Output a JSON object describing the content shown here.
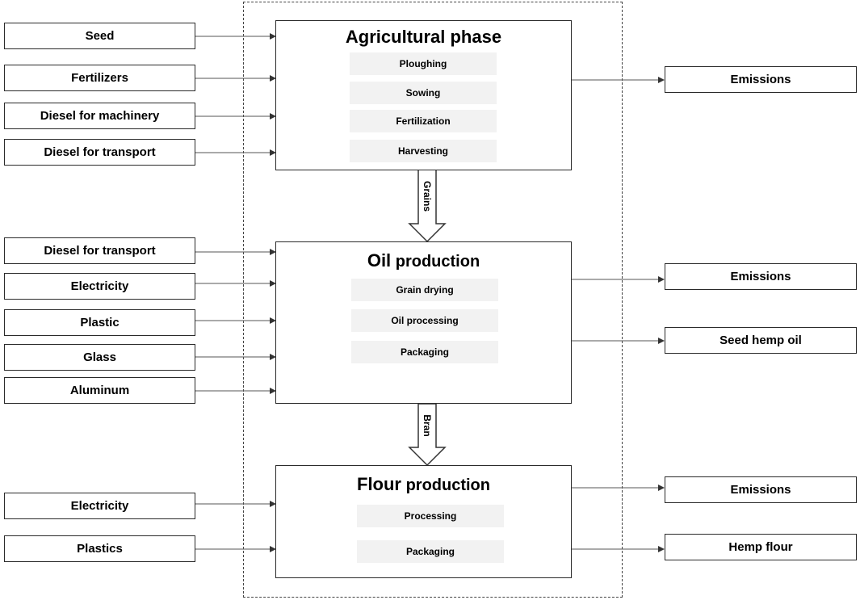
{
  "inputs": {
    "agri": [
      "Seed",
      "Fertilizers",
      "Diesel for machinery",
      "Diesel for transport"
    ],
    "oil": [
      "Diesel for transport",
      "Electricity",
      "Plastic",
      "Glass",
      "Aluminum"
    ],
    "flour": [
      "Electricity",
      "Plastics"
    ]
  },
  "stages": {
    "agri": {
      "title_bold": "Agricultural phase",
      "title_rest": "",
      "steps": [
        "Ploughing",
        "Sowing",
        "Fertilization",
        "Harvesting"
      ]
    },
    "oil": {
      "title_bold": "Oil",
      "title_rest": "production",
      "steps": [
        "Grain drying",
        "Oil processing",
        "Packaging"
      ]
    },
    "flour": {
      "title_bold": "Flour",
      "title_rest": "production",
      "steps": [
        "Processing",
        "Packaging"
      ]
    }
  },
  "flows": {
    "grains": "Grains",
    "bran": "Bran"
  },
  "outputs": {
    "agri": [
      "Emissions"
    ],
    "oil": [
      "Emissions",
      "Seed hemp oil"
    ],
    "flour": [
      "Emissions",
      "Hemp flour"
    ]
  }
}
